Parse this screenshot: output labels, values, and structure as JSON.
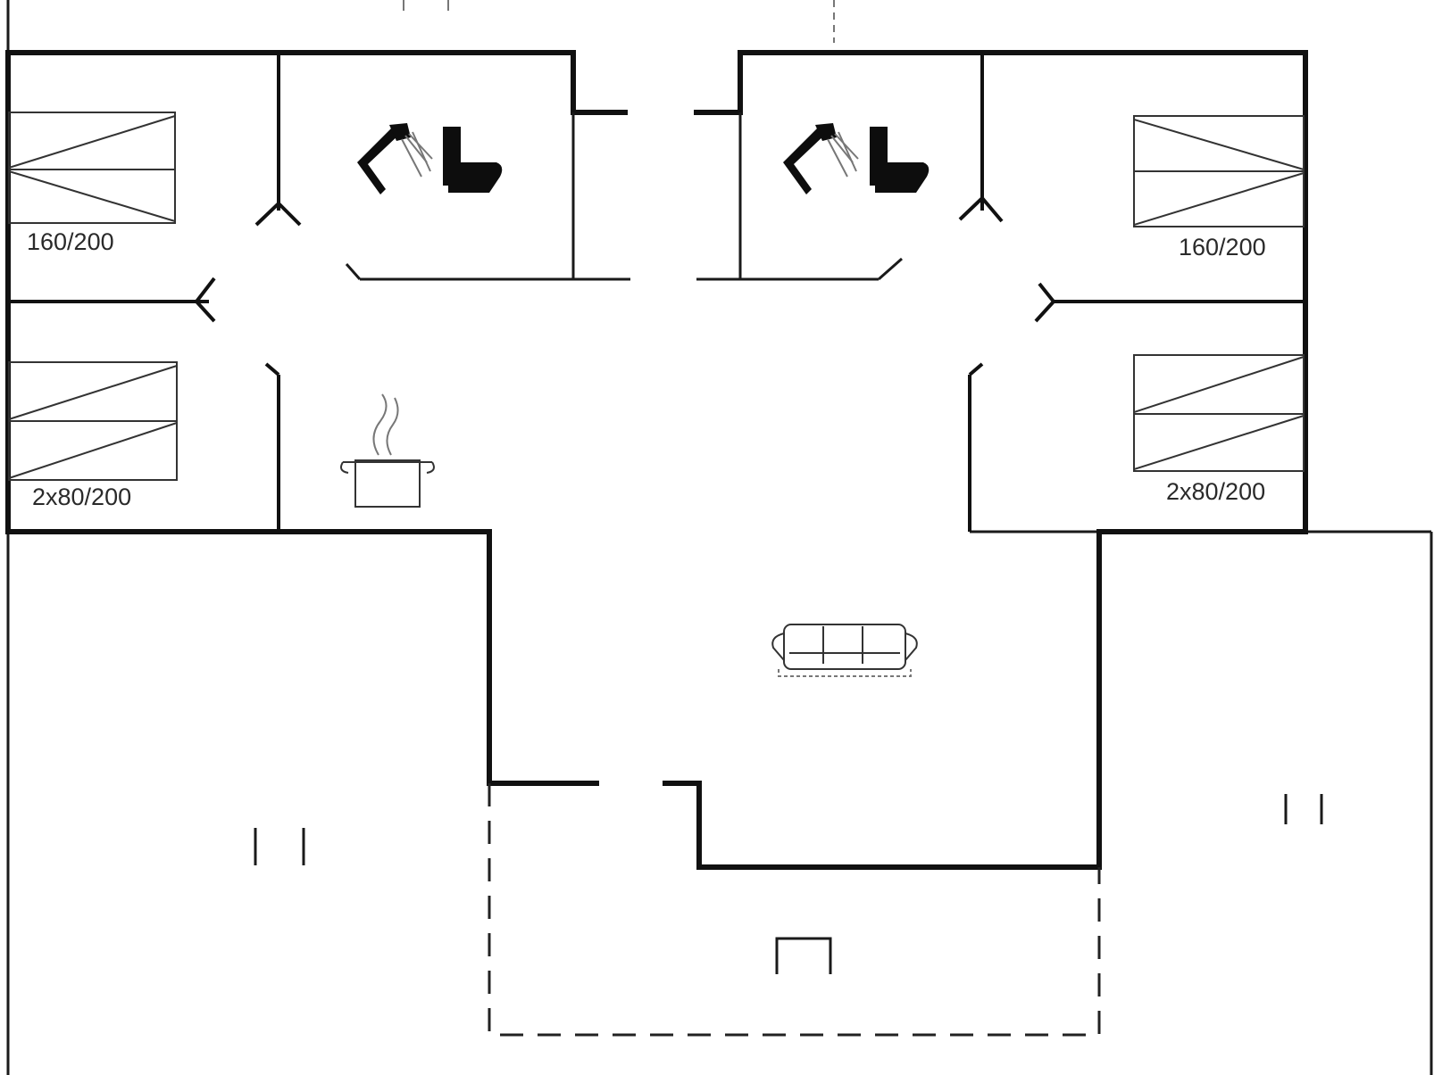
{
  "colors": {
    "wall": "#111111",
    "background": "#ffffff"
  },
  "bedrooms": [
    {
      "label": "160/200"
    },
    {
      "label": "2x80/200"
    },
    {
      "label": "160/200"
    },
    {
      "label": "2x80/200"
    }
  ],
  "icons": [
    "shower-icon",
    "toilet-icon",
    "cooking-pot-icon",
    "sofa-icon",
    "table-icon"
  ]
}
